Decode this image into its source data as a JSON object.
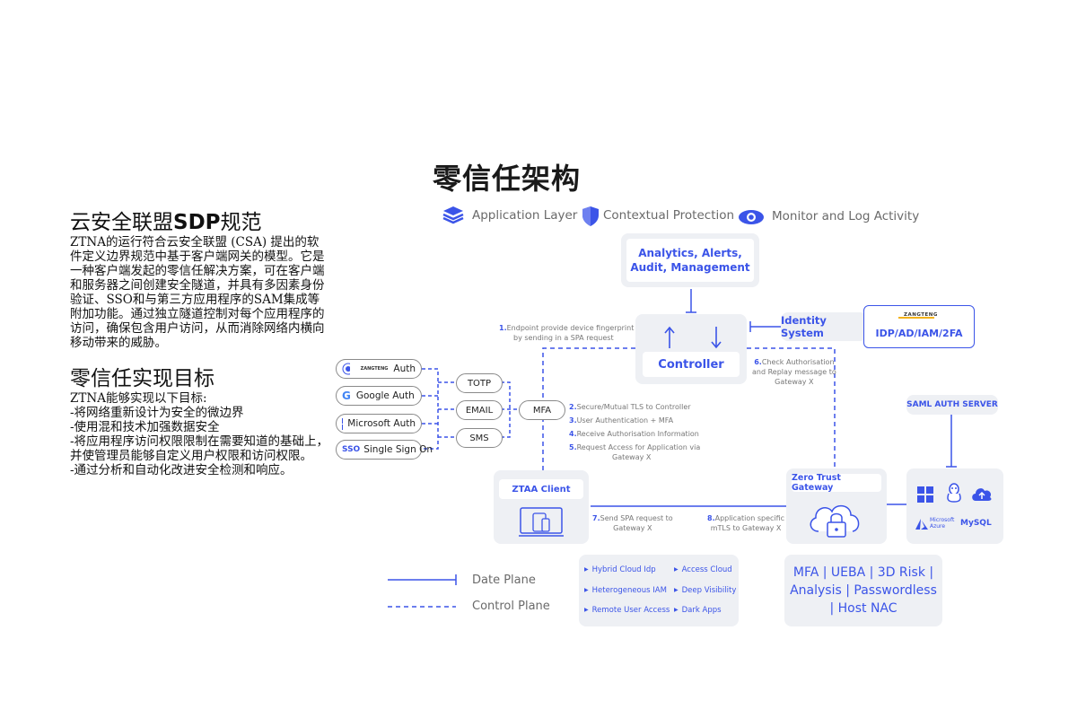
{
  "left": {
    "h1_prefix": "云安全联盟",
    "h1_bold": "SDP",
    "h1_suffix": "规范",
    "para1": "ZTNA的运行符合云安全联盟 (CSA) 提出的软件定义边界规范中基于客户端网关的模型。它是一种客户端发起的零信任解决方案，可在客户端和服务器之间创建安全隧道，并具有多因素身份验证、SSO和与第三方应用程序的SAM集成等附加功能。通过独立隧道控制对每个应用程序的访问，确保包含用户访问，从而消除网络内横向移动带来的威胁。",
    "h2": "零信任实现目标",
    "intro": "ZTNA能够实现以下目标:",
    "goals": [
      "-将网络重新设计为安全的微边界",
      "-使用混和技术加强数据安全",
      "-将应用程序访问权限限制在需要知道的基础上，并使管理员能够自定义用户权限和访问权限。",
      "-通过分析和自动化改进安全检测和响应。"
    ]
  },
  "diagram": {
    "title": "零信任架构",
    "layers": [
      "Application Layer",
      "Contextual Protection",
      "Monitor and Log Activity"
    ],
    "analytics": "Analytics, Alerts, Audit, Management",
    "controller": "Controller",
    "identity": "Identity System",
    "idp_logo": "ZANGTENG",
    "idp": "IDP/AD/IAM/2FA",
    "auth": {
      "zangteng_logo": "ZANGTENG",
      "zangteng": "Auth",
      "google": "Google Auth",
      "microsoft": "Microsoft Auth",
      "sso_icon": "SSO",
      "sso": "Single Sign On"
    },
    "factors": [
      "TOTP",
      "EMAIL",
      "SMS"
    ],
    "mfa": "MFA",
    "note1": {
      "n": "1.",
      "t1": "Endpoint provide device fingerprint",
      "t2": "by sending in a SPA request"
    },
    "steps": {
      "s2": {
        "n": "2.",
        "t": "Secure/Mutual TLS to Controller"
      },
      "s3": {
        "n": "3.",
        "t": "User Authentication + MFA"
      },
      "s4": {
        "n": "4.",
        "t": "Receive Authorisation Information"
      },
      "s5": {
        "n": "5.",
        "t": "Request Access for Application via",
        "t2": "Gateway X"
      }
    },
    "note6": {
      "n": "6.",
      "t1": "Check Authorisation",
      "t2": "and Replay message to",
      "t3": "Gateway X"
    },
    "note7": {
      "n": "7.",
      "t1": "Send SPA request to",
      "t2": "Gateway X"
    },
    "note8": {
      "n": "8.",
      "t1": "Application specific",
      "t2": "mTLS  to Gateway X"
    },
    "ztaa": "ZTAA Client",
    "gateway": "Zero Trust Gateway",
    "saml": "SAML AUTH SERVER",
    "ms_azure_1": "Microsoft",
    "ms_azure_2": "Azure",
    "mysql": "MySQL",
    "features": [
      "Hybrid Cloud  Idp",
      "Access Cloud",
      "Heterogeneous IAM",
      "Deep Visibility",
      "Remote User Access",
      "Dark Apps"
    ],
    "mfa_box": "MFA | UEBA | 3D Risk | Analysis | Passwordless | Host NAC",
    "legend": [
      "Date Plane",
      "Control Plane"
    ],
    "colors": {
      "accent": "#3b54e8",
      "panel": "#eef0f4"
    }
  }
}
